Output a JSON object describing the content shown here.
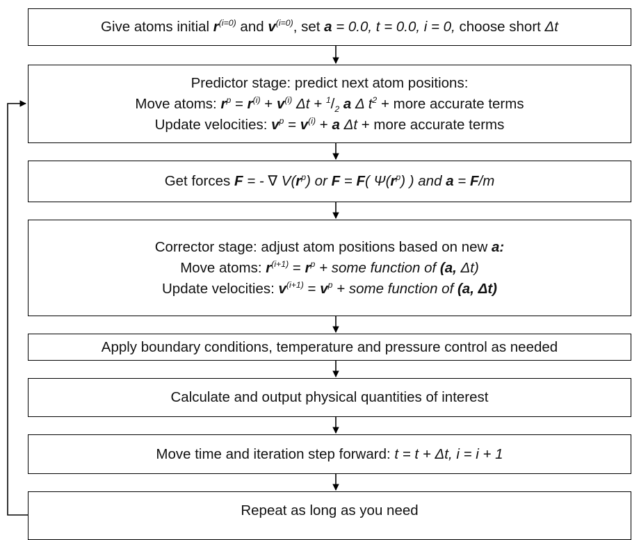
{
  "steps": {
    "init": {
      "a": "Give atoms initial ",
      "r": "r",
      "r_sup": "(i=0)",
      "b": " and ",
      "v": "v",
      "v_sup": "(i=0)",
      "c": ", set ",
      "acc": "a",
      "d": " = 0.0, t = 0.0, i = 0,",
      "e": " choose short ",
      "f": "Δt"
    },
    "predictor": {
      "title": "Predictor stage: predict next atom positions:",
      "move_prefix": "Move atoms: ",
      "rp": "r",
      "rp_sup": "p",
      "eq1": " = ",
      "ri": "r",
      "ri_sup": "(i)",
      "plus1": " + ",
      "vi": "v",
      "vi_sup": "(i)",
      "dt1": " Δt + ",
      "half_num": "1",
      "half_slash": "/",
      "half_den": "2",
      "a1": " a",
      "dt2": " Δ t",
      "sq": "2",
      "more1": " + more accurate terms",
      "vel_prefix": "Update velocities: ",
      "vp": "v",
      "vp_sup": "p",
      "eq2": " = ",
      "vi2": "v",
      "vi2_sup": "(i)",
      "plus2": " + ",
      "a2": "a",
      "dt3": " Δt",
      "more2": " + more accurate terms"
    },
    "forces": {
      "a": "Get forces ",
      "F1": "F",
      "b": " = - ∇ V(",
      "r1": "r",
      "r1_sup": "p",
      "c": ") or ",
      "F2": "F",
      "d": " = ",
      "F3": "F",
      "e": "( Ψ(",
      "r2": "r",
      "r2_sup": "p",
      "f": ") ) and ",
      "a_sym": "a",
      "g": " = ",
      "F4": "F",
      "h": "/m"
    },
    "corrector": {
      "title_prefix": "Corrector stage: adjust atom positions based on new ",
      "title_a": "a:",
      "move_prefix": "Move atoms: ",
      "r_next": "r",
      "r_next_sup": "(i+1)",
      "eq1": " = ",
      "rp": "r",
      "rp_sup": "p",
      "fn1": " + some function of ",
      "args1": "(a, ",
      "dt1": "Δt)",
      "vel_prefix": "Update velocities: ",
      "v_next": "v",
      "v_next_sup": "(i+1)",
      "eq2": " = ",
      "vp": "v",
      "vp_sup": "p",
      "fn2": " + some function of ",
      "args2": "(a, ",
      "dt2": "Δt)"
    },
    "boundary": {
      "text": "Apply boundary conditions, temperature and pressure control as needed"
    },
    "calculate": {
      "text": "Calculate and output physical quantities of interest"
    },
    "advance": {
      "a": "Move time and iteration step forward: ",
      "b": "t = t + Δt, i = i + 1"
    },
    "repeat": {
      "text": "Repeat as long as you need"
    }
  }
}
